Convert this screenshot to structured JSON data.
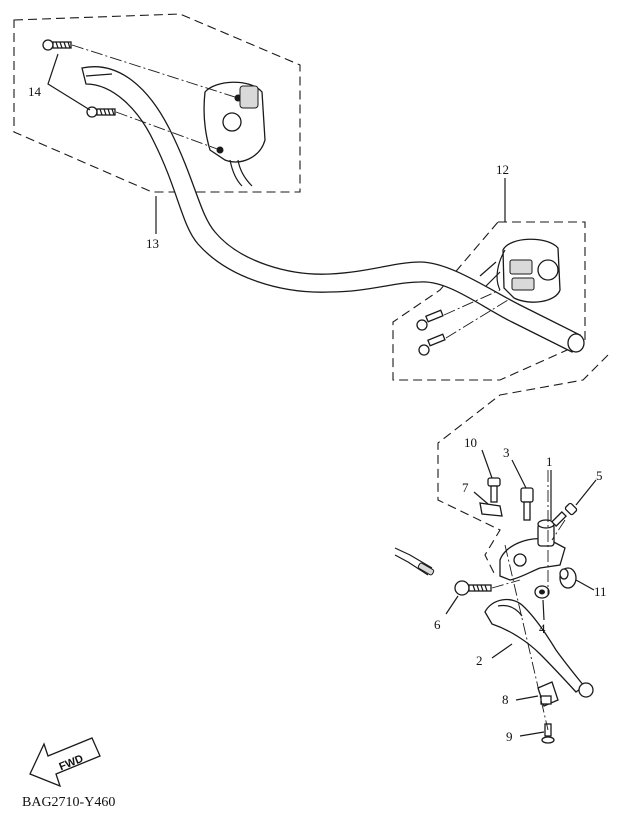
{
  "callouts": {
    "c1": "1",
    "c2": "2",
    "c3": "3",
    "c4": "4",
    "c5": "5",
    "c6": "6",
    "c7": "7",
    "c8": "8",
    "c9": "9",
    "c10": "10",
    "c11": "11",
    "c12": "12",
    "c13": "13",
    "c14": "14"
  },
  "fwd_label": "FWD",
  "figure_code": "BAG2710-Y460"
}
